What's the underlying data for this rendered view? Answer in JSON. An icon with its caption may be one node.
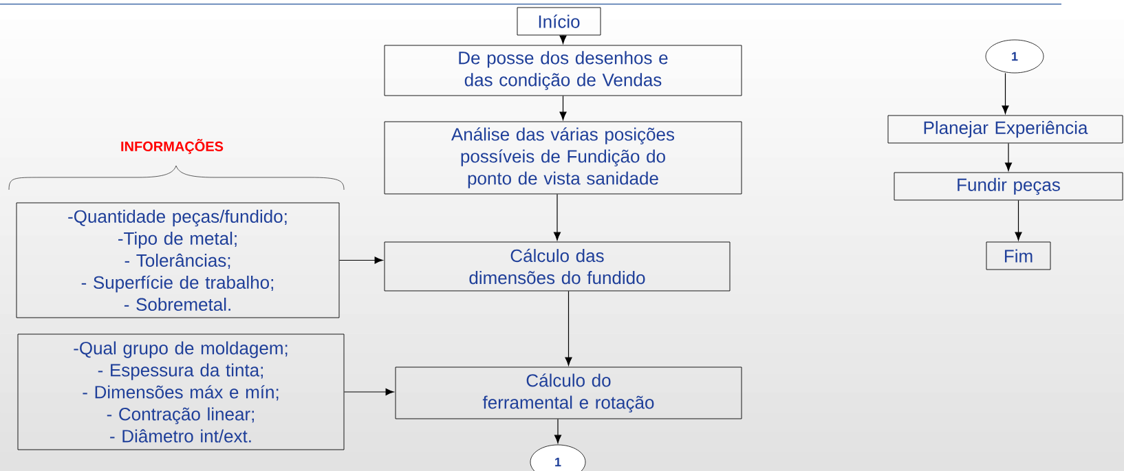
{
  "diagram": {
    "nodes": [
      {
        "text": [
          "Início"
        ]
      },
      {
        "text": [
          "De posse dos desenhos e das condição de Vendas"
        ]
      },
      {
        "text": [
          "Análise das várias posições possíveis de Fundição do ponto de vista sanidade"
        ]
      },
      {
        "text": [
          "-Quantidade peças/fundido;",
          "-Tipo de metal;",
          "- Tolerâncias;",
          "- Superfície de trabalho;",
          "- Sobremetal."
        ]
      },
      {
        "text": [
          "Cálculo das dimensões do fundido"
        ]
      },
      {
        "text": [
          "-Qual grupo de moldagem;",
          "- Espessura da tinta;",
          "- Dimensões máx e mín;",
          "- Contração linear;",
          "- Diâmetro int/ext."
        ]
      },
      {
        "text": [
          "Cálculo do ferramental e rotação"
        ]
      },
      {
        "text": [
          "1"
        ]
      },
      {
        "text": [
          "1"
        ]
      },
      {
        "text": [
          "Planejar Experiência"
        ]
      },
      {
        "text": [
          "Fundir peças"
        ]
      },
      {
        "text": [
          "Fim"
        ]
      }
    ],
    "edges": [
      {
        "from": 0,
        "to": 1,
        "arrow": "to"
      },
      {
        "from": 1,
        "to": 2,
        "arrow": "to"
      },
      {
        "from": 2,
        "to": 4,
        "arrow": "to"
      },
      {
        "from": 3,
        "to": 4,
        "arrow": "to"
      },
      {
        "from": 4,
        "to": 6,
        "arrow": "to"
      },
      {
        "from": 5,
        "to": 6,
        "arrow": "to"
      },
      {
        "from": 6,
        "to": 7,
        "arrow": "to"
      },
      {
        "from": 8,
        "to": 9,
        "arrow": "to"
      },
      {
        "from": 9,
        "to": 10,
        "arrow": "to"
      },
      {
        "from": 10,
        "to": 11,
        "arrow": "to"
      }
    ],
    "labels": [
      "INFORMAÇÕES"
    ]
  }
}
